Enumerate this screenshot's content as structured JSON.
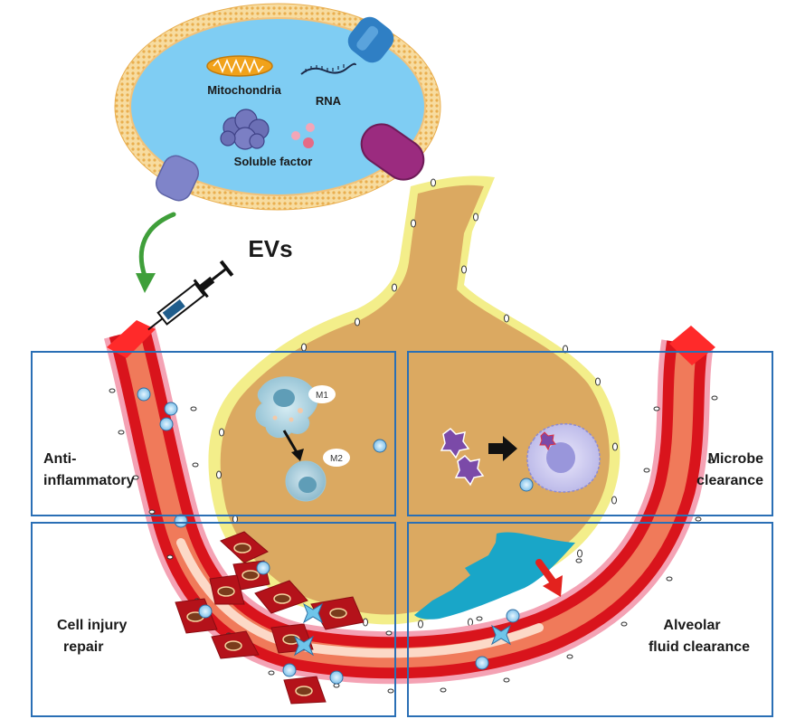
{
  "vesicle": {
    "title": "EVs",
    "cargo": {
      "mitochondria": "Mitochondria",
      "rna": "RNA",
      "soluble_factor": "Soluble factor"
    }
  },
  "macrophages": {
    "m1": "M1",
    "m2": "M2"
  },
  "panels": {
    "top_left": {
      "line1": "Anti-",
      "line2": "inflammatory"
    },
    "top_right": {
      "line1": "Microbe",
      "line2": "clearance"
    },
    "bottom_left": {
      "line1": "Cell injury",
      "line2": "repair"
    },
    "bottom_right": {
      "line1": "Alveolar",
      "line2": "fluid clearance"
    }
  },
  "colors": {
    "vesicle_lumen": "#7fcdf3",
    "membrane": "#f2c27a",
    "alveolus": "#dba961",
    "epithelium_border": "#f3ee8a",
    "vessel": "#d9141c",
    "endothelium": "#f4a2b4",
    "panel_border": "#2a6fb5",
    "arrow_green": "#3f9f3a",
    "edema": "#19a6c8"
  }
}
